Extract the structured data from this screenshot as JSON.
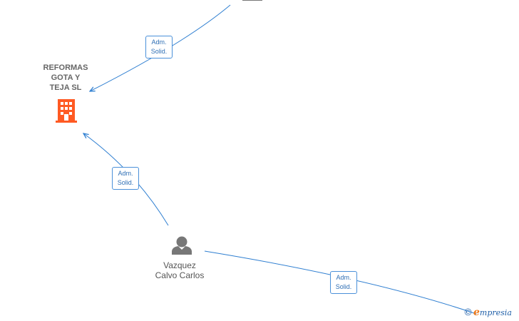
{
  "nodes": {
    "company": {
      "label": "REFORMAS\nGOTA Y\nTEJA  SL",
      "type": "company",
      "icon": "building-icon"
    },
    "person": {
      "label": "Vazquez\nCalvo Carlos",
      "type": "person",
      "icon": "person-icon"
    }
  },
  "edges": [
    {
      "from": "top-offscreen-node",
      "to": "company",
      "label_line1": "Adm.",
      "label_line2": "Solid."
    },
    {
      "from": "person",
      "to": "company",
      "label_line1": "Adm.",
      "label_line2": "Solid."
    },
    {
      "from": "person",
      "to": "bottom-right-offscreen-node",
      "label_line1": "Adm.",
      "label_line2": "Solid."
    }
  ],
  "watermark": {
    "symbol": "©",
    "brand_initial": "e",
    "brand_rest": "mpresia"
  },
  "colors": {
    "edge": "#2f7fd1",
    "company_icon": "#ff5a23",
    "person_icon": "#777777",
    "badge_border": "#4a90d9",
    "badge_text": "#2f6fb5"
  }
}
